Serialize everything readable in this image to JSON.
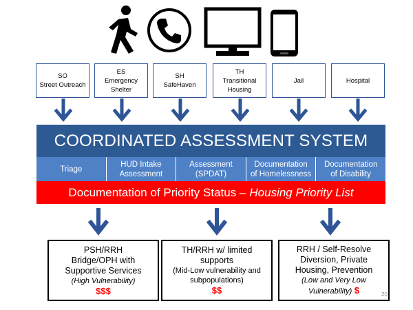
{
  "icons": [
    "walking-person-icon",
    "phone-icon",
    "monitor-icon",
    "smartphone-icon"
  ],
  "entry_points": [
    {
      "line1": "SO",
      "line2": "Street Outreach",
      "line3": ""
    },
    {
      "line1": "ES",
      "line2": "Emergency",
      "line3": "Shelter"
    },
    {
      "line1": "SH",
      "line2": "SafeHaven",
      "line3": ""
    },
    {
      "line1": "TH",
      "line2": "Transitional",
      "line3": "Housing"
    },
    {
      "line1": "Jail",
      "line2": "",
      "line3": ""
    },
    {
      "line1": "Hospital",
      "line2": "",
      "line3": ""
    }
  ],
  "system": {
    "title": "COORDINATED ASSESSMENT SYSTEM",
    "steps": [
      {
        "line1": "Triage",
        "line2": ""
      },
      {
        "line1": "HUD Intake",
        "line2": "Assessment"
      },
      {
        "line1": "Assessment",
        "line2": "(SPDAT)"
      },
      {
        "line1": "Documentation",
        "line2": "of Homelessness"
      },
      {
        "line1": "Documentation",
        "line2": "of Disability"
      }
    ],
    "priority_text": "Documentation of Priority Status –",
    "priority_emphasis": "Housing Priority List"
  },
  "outcomes": [
    {
      "line1": "PSH/RRH",
      "line2": "Bridge/OPH with",
      "line3": "Supportive Services",
      "vulnerability": "(High Vulnerability)",
      "cost": "$$$"
    },
    {
      "line1": "TH/RRH w/ limited",
      "line2": "supports",
      "line3": "(Mid-Low vulnerability and",
      "vulnerability": "subpopulations)",
      "cost": "$$"
    },
    {
      "line1": "RRH / Self-Resolve",
      "line2": "Diversion,  Private",
      "line3": "Housing, Prevention",
      "vulnerability": "(Low and Very Low",
      "vulnerability2": "Vulnerability)",
      "cost": "$"
    }
  ],
  "page_number": "20",
  "colors": {
    "system_blue": "#2E5A93",
    "step_blue": "#4F81C7",
    "arrow_blue": "#2F5597",
    "priority_red": "#FF0000"
  }
}
